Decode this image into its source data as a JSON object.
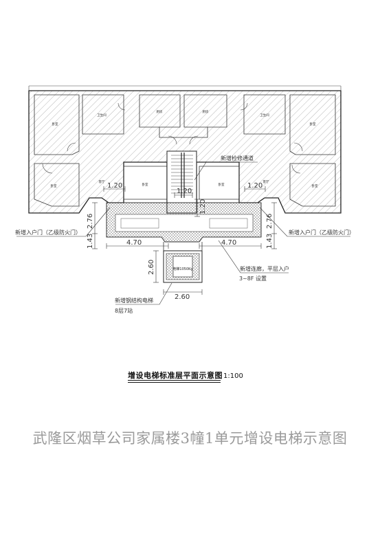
{
  "rooms": {
    "bedroom": "卧室",
    "bathroom": "卫生间",
    "kitchen": "厨房",
    "living": "客厅",
    "elevator_spec": "电梯1050Kg"
  },
  "dims": {
    "d120": "1.20",
    "d276": "2.76",
    "d143": "1.43",
    "d470": "4.70",
    "d260": "2.60"
  },
  "labels": {
    "new_entrance_left": "新增入户门（乙级防火门）",
    "new_entrance_right": "新增入户门（乙级防火门）",
    "new_stair_passage": "新增检修通道",
    "new_corridor_line1": "新增连廊，平层入户",
    "new_corridor_line2": "3~8F 设置",
    "new_elevator_line1": "新增钢结构电梯",
    "new_elevator_line2": "8层7站"
  },
  "caption": {
    "title": "增设电梯标准层平面示意图",
    "scale": "1:100"
  },
  "drawing_title": "武隆区烟草公司家属楼3幢1单元增设电梯示意图"
}
